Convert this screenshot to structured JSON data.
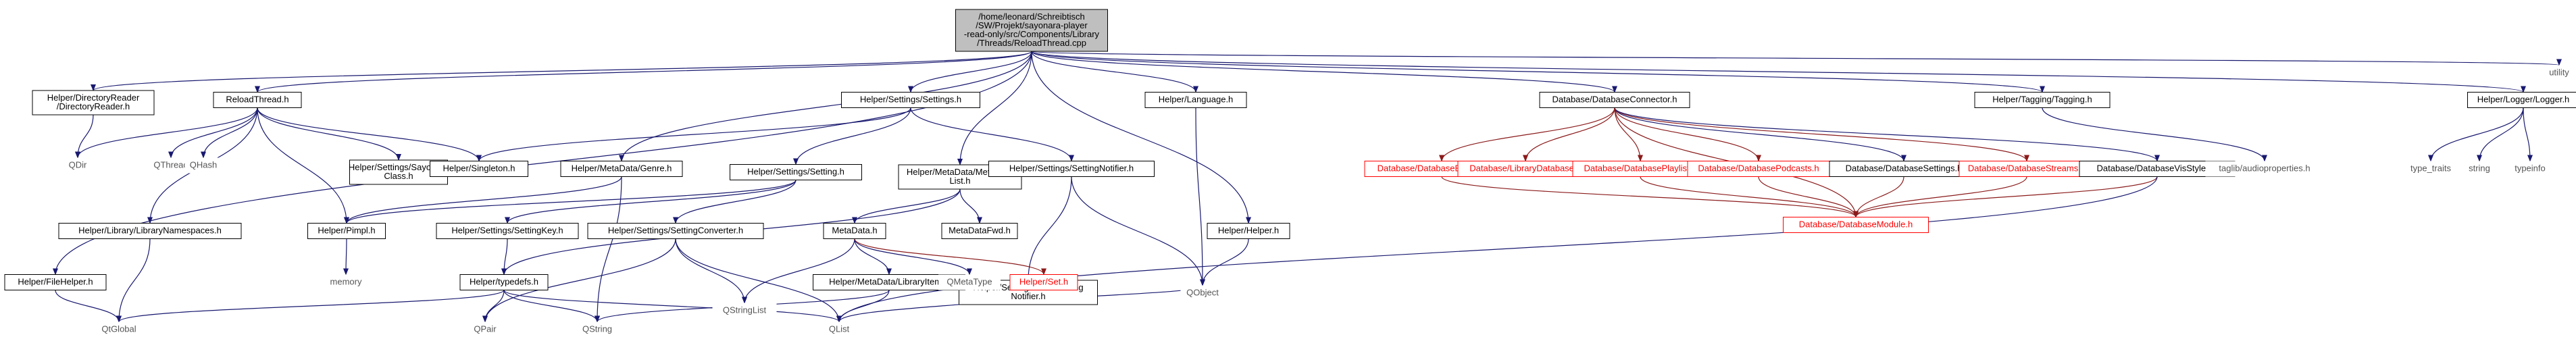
{
  "diagram": {
    "type": "include-dependency-graph",
    "colors": {
      "edge": "#191970",
      "edge_red": "#8b1a1a",
      "root_fill": "#bfbfbf",
      "node_fill": "#ffffff",
      "border_black": "#000000",
      "border_red": "#ff0000",
      "border_gray": "#bfbfbf",
      "text_black": "#000000",
      "text_red": "#ff0000",
      "text_gray": "#555555"
    },
    "nodes": [
      {
        "id": "root",
        "lines": [
          "/home/leonard/Schreibtisch",
          "/SW/Projekt/sayonara-player",
          "-read-only/src/Components/Library",
          "/Threads/ReloadThread.cpp"
        ],
        "style": "root"
      },
      {
        "id": "dirreader",
        "lines": [
          "Helper/DirectoryReader",
          "/DirectoryReader.h"
        ],
        "style": "normal"
      },
      {
        "id": "reloadthread",
        "lines": [
          "ReloadThread.h"
        ],
        "style": "normal"
      },
      {
        "id": "settings",
        "lines": [
          "Helper/Settings/Settings.h"
        ],
        "style": "normal"
      },
      {
        "id": "metadatalist",
        "lines": [
          "Helper/MetaData/MetaData",
          "List.h"
        ],
        "style": "normal"
      },
      {
        "id": "language",
        "lines": [
          "Helper/Language.h"
        ],
        "style": "normal"
      },
      {
        "id": "dbconnector",
        "lines": [
          "Database/DatabaseConnector.h"
        ],
        "style": "normal"
      },
      {
        "id": "tagging",
        "lines": [
          "Helper/Tagging/Tagging.h"
        ],
        "style": "normal"
      },
      {
        "id": "logger",
        "lines": [
          "Helper/Logger/Logger.h"
        ],
        "style": "normal"
      },
      {
        "id": "utility",
        "lines": [
          "utility"
        ],
        "style": "gray"
      },
      {
        "id": "filehelper",
        "lines": [
          "Helper/FileHelper.h"
        ],
        "style": "normal"
      },
      {
        "id": "qdir",
        "lines": [
          "QDir"
        ],
        "style": "gray"
      },
      {
        "id": "qthread",
        "lines": [
          "QThread"
        ],
        "style": "gray"
      },
      {
        "id": "qhash",
        "lines": [
          "QHash"
        ],
        "style": "gray"
      },
      {
        "id": "sayonaraclass",
        "lines": [
          "Helper/Settings/Sayonara",
          "Class.h"
        ],
        "style": "normal"
      },
      {
        "id": "singleton",
        "lines": [
          "Helper/Singleton.h"
        ],
        "style": "normal"
      },
      {
        "id": "genre",
        "lines": [
          "Helper/MetaData/Genre.h"
        ],
        "style": "normal"
      },
      {
        "id": "setting",
        "lines": [
          "Helper/Settings/Setting.h"
        ],
        "style": "normal"
      },
      {
        "id": "settingnotifier",
        "lines": [
          "Helper/Settings/SettingNotifier.h"
        ],
        "style": "normal"
      },
      {
        "id": "librarynamespaces",
        "lines": [
          "Helper/Library/LibraryNamespaces.h"
        ],
        "style": "normal"
      },
      {
        "id": "pimpl",
        "lines": [
          "Helper/Pimpl.h"
        ],
        "style": "normal"
      },
      {
        "id": "settingkey",
        "lines": [
          "Helper/Settings/SettingKey.h"
        ],
        "style": "normal"
      },
      {
        "id": "settingconverter",
        "lines": [
          "Helper/Settings/SettingConverter.h"
        ],
        "style": "normal"
      },
      {
        "id": "metadata",
        "lines": [
          "MetaData.h"
        ],
        "style": "normal"
      },
      {
        "id": "metadatafwd",
        "lines": [
          "MetaDataFwd.h"
        ],
        "style": "normal"
      },
      {
        "id": "abstrsetting",
        "lines": [
          "Helper/Settings/AbstrSetting",
          "Notifier.h"
        ],
        "style": "normal"
      },
      {
        "id": "helper",
        "lines": [
          "Helper/Helper.h"
        ],
        "style": "normal"
      },
      {
        "id": "memory",
        "lines": [
          "memory"
        ],
        "style": "gray"
      },
      {
        "id": "typedefs",
        "lines": [
          "Helper/typedefs.h"
        ],
        "style": "normal"
      },
      {
        "id": "qstringlist",
        "lines": [
          "QStringList"
        ],
        "style": "gray"
      },
      {
        "id": "libraryitem",
        "lines": [
          "Helper/MetaData/LibraryItem.h"
        ],
        "style": "normal"
      },
      {
        "id": "qmetatype",
        "lines": [
          "QMetaType"
        ],
        "style": "gray"
      },
      {
        "id": "set",
        "lines": [
          "Helper/Set.h"
        ],
        "style": "red"
      },
      {
        "id": "qobject",
        "lines": [
          "QObject"
        ],
        "style": "gray"
      },
      {
        "id": "qtglobal",
        "lines": [
          "QtGlobal"
        ],
        "style": "gray"
      },
      {
        "id": "qpair",
        "lines": [
          "QPair"
        ],
        "style": "gray"
      },
      {
        "id": "qstring",
        "lines": [
          "QString"
        ],
        "style": "gray"
      },
      {
        "id": "qlist",
        "lines": [
          "QList"
        ],
        "style": "gray"
      },
      {
        "id": "dbbookmarks",
        "lines": [
          "Database/DatabaseBookmarks.h"
        ],
        "style": "red"
      },
      {
        "id": "librarydb",
        "lines": [
          "Database/LibraryDatabase.h"
        ],
        "style": "red"
      },
      {
        "id": "dbplaylist",
        "lines": [
          "Database/DatabasePlaylist.h"
        ],
        "style": "red"
      },
      {
        "id": "dbpodcasts",
        "lines": [
          "Database/DatabasePodcasts.h"
        ],
        "style": "red"
      },
      {
        "id": "dbsettings",
        "lines": [
          "Database/DatabaseSettings.h"
        ],
        "style": "normal"
      },
      {
        "id": "dbstreams",
        "lines": [
          "Database/DatabaseStreams.h"
        ],
        "style": "red"
      },
      {
        "id": "dbvisstyles",
        "lines": [
          "Database/DatabaseVisStyles.h"
        ],
        "style": "normal"
      },
      {
        "id": "dbmodule",
        "lines": [
          "Database/DatabaseModule.h"
        ],
        "style": "red"
      },
      {
        "id": "taglibprops",
        "lines": [
          "taglib/audioproperties.h"
        ],
        "style": "gray"
      },
      {
        "id": "typetraits",
        "lines": [
          "type_traits"
        ],
        "style": "gray"
      },
      {
        "id": "string",
        "lines": [
          "string"
        ],
        "style": "gray"
      },
      {
        "id": "typeinfo",
        "lines": [
          "typeinfo"
        ],
        "style": "gray"
      }
    ],
    "edges": [
      [
        "root",
        "dirreader"
      ],
      [
        "root",
        "reloadthread"
      ],
      [
        "root",
        "settings"
      ],
      [
        "root",
        "metadatalist"
      ],
      [
        "root",
        "language"
      ],
      [
        "root",
        "dbconnector"
      ],
      [
        "root",
        "tagging"
      ],
      [
        "root",
        "logger"
      ],
      [
        "root",
        "utility"
      ],
      [
        "root",
        "filehelper"
      ],
      [
        "root",
        "genre"
      ],
      [
        "root",
        "helper"
      ],
      [
        "dirreader",
        "qdir"
      ],
      [
        "reloadthread",
        "qdir"
      ],
      [
        "reloadthread",
        "qthread"
      ],
      [
        "reloadthread",
        "qhash"
      ],
      [
        "reloadthread",
        "sayonaraclass"
      ],
      [
        "reloadthread",
        "singleton"
      ],
      [
        "reloadthread",
        "librarynamespaces"
      ],
      [
        "reloadthread",
        "pimpl"
      ],
      [
        "settings",
        "singleton"
      ],
      [
        "settings",
        "setting"
      ],
      [
        "settings",
        "settingnotifier"
      ],
      [
        "genre",
        "pimpl"
      ],
      [
        "genre",
        "qstring"
      ],
      [
        "setting",
        "pimpl"
      ],
      [
        "setting",
        "settingkey"
      ],
      [
        "setting",
        "settingconverter"
      ],
      [
        "librarynamespaces",
        "qtglobal"
      ],
      [
        "pimpl",
        "memory"
      ],
      [
        "settingkey",
        "typedefs"
      ],
      [
        "settingconverter",
        "qstringlist"
      ],
      [
        "settingconverter",
        "qpair"
      ],
      [
        "settingconverter",
        "qlist"
      ],
      [
        "metadatalist",
        "metadata"
      ],
      [
        "metadatalist",
        "metadatafwd"
      ],
      [
        "metadatalist",
        "typedefs"
      ],
      [
        "metadata",
        "qstringlist"
      ],
      [
        "metadata",
        "libraryitem"
      ],
      [
        "metadata",
        "qmetatype"
      ],
      [
        "metadata",
        "set"
      ],
      [
        "libraryitem",
        "qstring"
      ],
      [
        "libraryitem",
        "qlist"
      ],
      [
        "set",
        "qlist"
      ],
      [
        "settingnotifier",
        "abstrsetting"
      ],
      [
        "settingnotifier",
        "qobject"
      ],
      [
        "abstrsetting",
        "qobject"
      ],
      [
        "helper",
        "qobject"
      ],
      [
        "language",
        "qobject"
      ],
      [
        "typedefs",
        "qpair"
      ],
      [
        "typedefs",
        "qstring"
      ],
      [
        "typedefs",
        "qlist"
      ],
      [
        "typedefs",
        "qtglobal"
      ],
      [
        "filehelper",
        "qtglobal"
      ],
      [
        "dbconnector",
        "dbbookmarks"
      ],
      [
        "dbconnector",
        "librarydb"
      ],
      [
        "dbconnector",
        "dbplaylist"
      ],
      [
        "dbconnector",
        "dbpodcasts"
      ],
      [
        "dbconnector",
        "dbsettings"
      ],
      [
        "dbconnector",
        "dbstreams"
      ],
      [
        "dbconnector",
        "dbvisstyles"
      ],
      [
        "dbconnector",
        "dbmodule"
      ],
      [
        "dbbookmarks",
        "dbmodule"
      ],
      [
        "dbplaylist",
        "dbmodule"
      ],
      [
        "dbpodcasts",
        "dbmodule"
      ],
      [
        "dbsettings",
        "dbmodule"
      ],
      [
        "dbstreams",
        "dbmodule"
      ],
      [
        "dbvisstyles",
        "dbmodule"
      ],
      [
        "dbvisstyles",
        "qlist"
      ],
      [
        "tagging",
        "taglibprops"
      ],
      [
        "logger",
        "typetraits"
      ],
      [
        "logger",
        "string"
      ],
      [
        "logger",
        "typeinfo"
      ]
    ]
  }
}
